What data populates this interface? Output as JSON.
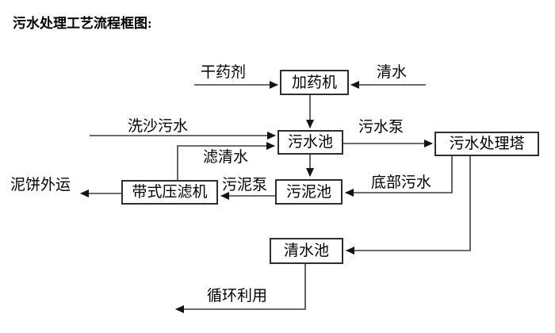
{
  "title": "污水处理工艺流程框图:",
  "diagram": {
    "nodes": {
      "dosing_machine": "加药机",
      "sewage_pool": "污水池",
      "treatment_tower": "污水处理塔",
      "sludge_pool": "污泥池",
      "belt_filter_press": "带式压滤机",
      "clean_water_pool": "清水池"
    },
    "labels": {
      "dry_chemical": "干药剂",
      "clean_water": "清水",
      "sand_washing_sewage": "洗沙污水",
      "sewage_pump": "污水泵",
      "filtered_water": "滤清水",
      "bottom_sewage": "底部污水",
      "sludge_pump": "污泥泵",
      "mud_cake_outbound": "泥饼外运",
      "recycling": "循环利用"
    },
    "connections": [
      {
        "from": "external",
        "to": "dosing_machine",
        "label_key": "dry_chemical"
      },
      {
        "from": "external",
        "to": "dosing_machine",
        "label_key": "clean_water"
      },
      {
        "from": "dosing_machine",
        "to": "sewage_pool",
        "label_key": ""
      },
      {
        "from": "external",
        "to": "sewage_pool",
        "label_key": "sand_washing_sewage"
      },
      {
        "from": "belt_filter_press",
        "to": "sewage_pool",
        "label_key": "filtered_water"
      },
      {
        "from": "sewage_pool",
        "to": "treatment_tower",
        "label_key": "sewage_pump"
      },
      {
        "from": "sewage_pool",
        "to": "sludge_pool",
        "label_key": ""
      },
      {
        "from": "treatment_tower",
        "to": "sludge_pool",
        "label_key": "bottom_sewage"
      },
      {
        "from": "treatment_tower",
        "to": "clean_water_pool",
        "label_key": ""
      },
      {
        "from": "sludge_pool",
        "to": "belt_filter_press",
        "label_key": "sludge_pump"
      },
      {
        "from": "belt_filter_press",
        "to": "external",
        "label_key": "mud_cake_outbound"
      },
      {
        "from": "clean_water_pool",
        "to": "external",
        "label_key": "recycling"
      }
    ],
    "colors": {
      "line": "#3d3d3d",
      "arrowhead": "#141414",
      "box_border": "#2e2e2e",
      "text": "#000000",
      "background": "#ffffff"
    }
  }
}
